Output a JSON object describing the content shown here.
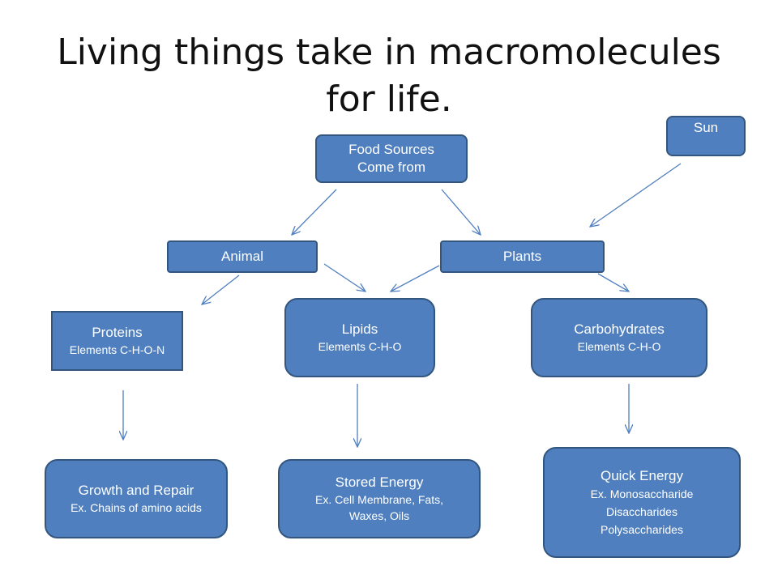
{
  "title": "Living things take in macromolecules for life.",
  "nodes": {
    "food_sources": {
      "label": "Food Sources",
      "sub": "Come  from"
    },
    "sun": {
      "label": "Sun"
    },
    "animal": {
      "label": "Animal"
    },
    "plants": {
      "label": "Plants"
    },
    "proteins": {
      "label": "Proteins",
      "sub": "Elements C-H-O-N"
    },
    "lipids": {
      "label": "Lipids",
      "sub": "Elements C-H-O"
    },
    "carbohydrates": {
      "label": "Carbohydrates",
      "sub": "Elements C-H-O"
    },
    "growth": {
      "label": "Growth and Repair",
      "sub": "Ex. Chains of amino acids"
    },
    "stored": {
      "label": "Stored Energy",
      "sub": "Ex. Cell Membrane, Fats, Waxes, Oils"
    },
    "quick": {
      "label": "Quick Energy",
      "sub": "Ex. Monosaccharide Disaccharides Polysaccharides"
    }
  },
  "colors": {
    "node_fill": "#4F7FBE",
    "node_border": "#33567F",
    "arrow": "#4F7FBE"
  }
}
